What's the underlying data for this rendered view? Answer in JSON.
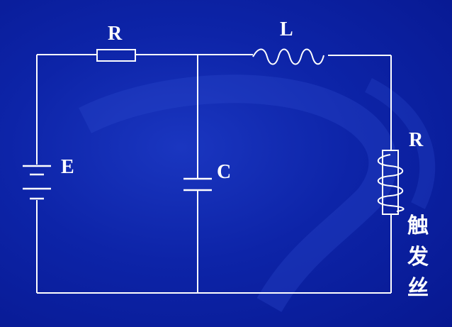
{
  "labels": {
    "r_top": "R",
    "l_top": "L",
    "e_battery": "E",
    "c_capacitor": "C",
    "r_right": "R",
    "trigger_1": "触",
    "trigger_2": "发",
    "trigger_3": "丝"
  },
  "colors": {
    "background": "#0d24a8",
    "wire": "#ffffff",
    "text": "#ffffff"
  }
}
